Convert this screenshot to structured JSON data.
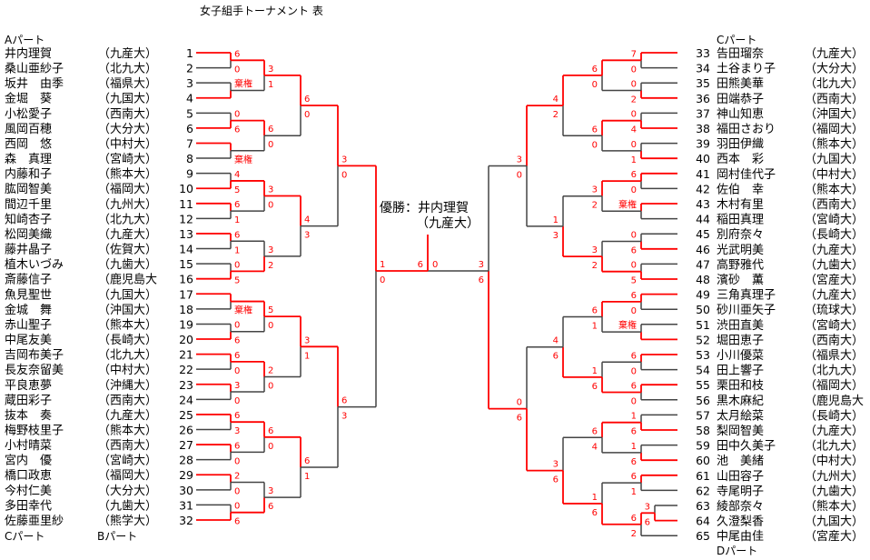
{
  "title": "女子組手トーナメント 表",
  "parts": {
    "a": "Aパート",
    "c_left": "Cパート",
    "b": "Bパート",
    "c_right": "Cパート",
    "d": "Dパート"
  },
  "champion": {
    "label": "優勝：",
    "name": "井内理賀",
    "school": "（九産大）"
  },
  "colors": {
    "win_line": "#ff0000",
    "line": "#444444",
    "score": "#ff0000"
  },
  "left": {
    "entries": [
      {
        "no": "1",
        "name": "井内理賀",
        "school": "（九産大）"
      },
      {
        "no": "2",
        "name": "桑山亜紗子",
        "school": "（北九大）"
      },
      {
        "no": "3",
        "name": "坂井　由季",
        "school": "（福県大）"
      },
      {
        "no": "4",
        "name": "金堀　葵",
        "school": "（九国大）"
      },
      {
        "no": "5",
        "name": "小松愛子",
        "school": "（西南大）"
      },
      {
        "no": "6",
        "name": "風岡百穂",
        "school": "（大分大）"
      },
      {
        "no": "7",
        "name": "西岡　悠",
        "school": "（中村大）"
      },
      {
        "no": "8",
        "name": "森　真理",
        "school": "（宮崎大）"
      },
      {
        "no": "9",
        "name": "内藤和子",
        "school": "（熊本大）"
      },
      {
        "no": "10",
        "name": "肱岡智美",
        "school": "（福岡大）"
      },
      {
        "no": "11",
        "name": "間辺千里",
        "school": "（九州大）"
      },
      {
        "no": "12",
        "name": "知崎杏子",
        "school": "（北九大）"
      },
      {
        "no": "13",
        "name": "松岡美織",
        "school": "（九産大）"
      },
      {
        "no": "14",
        "name": "藤井晶子",
        "school": "（佐賀大）"
      },
      {
        "no": "15",
        "name": "植木いづみ",
        "school": "（九歯大）"
      },
      {
        "no": "16",
        "name": "斎藤信子",
        "school": "（鹿児島大"
      },
      {
        "no": "17",
        "name": "魚見聖世",
        "school": "（九国大）"
      },
      {
        "no": "18",
        "name": "金城　舞",
        "school": "（沖国大）"
      },
      {
        "no": "19",
        "name": "赤山聖子",
        "school": "（熊本大）"
      },
      {
        "no": "20",
        "name": "中尾友美",
        "school": "（長崎大）"
      },
      {
        "no": "21",
        "name": "吉岡布美子",
        "school": "（北九大）"
      },
      {
        "no": "22",
        "name": "長友奈留美",
        "school": "（中村大）"
      },
      {
        "no": "23",
        "name": "平良恵夢",
        "school": "（沖縄大）"
      },
      {
        "no": "24",
        "name": "蔵田彩子",
        "school": "（西南大）"
      },
      {
        "no": "25",
        "name": "抜本　奏",
        "school": "（九産大）"
      },
      {
        "no": "26",
        "name": "梅野枝里子",
        "school": "（熊本大）"
      },
      {
        "no": "27",
        "name": "小村晴菜",
        "school": "（西南大）"
      },
      {
        "no": "28",
        "name": "宮内　優",
        "school": "（宮崎大）"
      },
      {
        "no": "29",
        "name": "橋口政恵",
        "school": "（福岡大）"
      },
      {
        "no": "30",
        "name": "今村仁美",
        "school": "（大分大）"
      },
      {
        "no": "31",
        "name": "多田幸代",
        "school": "（九歯大）"
      },
      {
        "no": "32",
        "name": "佐藤亜里紗",
        "school": "（熊学大）"
      }
    ],
    "rounds": [
      [
        [
          "6",
          "0",
          0
        ],
        [
          "棄権",
          "",
          1
        ],
        [
          "0",
          "6",
          1
        ],
        [
          "",
          "棄権",
          0
        ],
        [
          "4",
          "5",
          1
        ],
        [
          "6",
          "1",
          0
        ],
        [
          "6",
          "1",
          0
        ],
        [
          "0",
          "5",
          1
        ],
        [
          "",
          "棄権",
          0
        ],
        [
          "0",
          "6",
          1
        ],
        [
          "6",
          "0",
          0
        ],
        [
          "3",
          "0",
          0
        ],
        [
          "6",
          "3",
          0
        ],
        [
          "6",
          "0",
          0
        ],
        [
          "2",
          "0",
          0
        ],
        [
          "0",
          "6",
          1
        ]
      ],
      [
        [
          "3",
          "1",
          0
        ],
        [
          "6",
          "0",
          0
        ],
        [
          "3",
          "0",
          0
        ],
        [
          "3",
          "2",
          1
        ],
        [
          "5",
          "0",
          0
        ],
        [
          "2",
          "0",
          0
        ],
        [
          "6",
          "0",
          0
        ],
        [
          "3",
          "6",
          1
        ]
      ],
      [
        [
          "6",
          "0",
          0
        ],
        [
          "4",
          "3",
          0
        ],
        [
          "3",
          "1",
          0
        ],
        [
          "6",
          "1",
          0
        ]
      ],
      [
        [
          "3",
          "0",
          0
        ],
        [
          "6",
          "3",
          0
        ]
      ],
      [
        [
          "1",
          "0",
          0
        ]
      ]
    ],
    "final_score": "6"
  },
  "right": {
    "entries": [
      {
        "no": "33",
        "name": "告田瑠奈",
        "school": "（九産大）"
      },
      {
        "no": "34",
        "name": "土谷まり子",
        "school": "（大分大）"
      },
      {
        "no": "35",
        "name": "田熊美華",
        "school": "（北九大）"
      },
      {
        "no": "36",
        "name": "田端恭子",
        "school": "（西南大）"
      },
      {
        "no": "37",
        "name": "神山知恵",
        "school": "（沖国大）"
      },
      {
        "no": "38",
        "name": "福田さおり",
        "school": "（福岡大）"
      },
      {
        "no": "39",
        "name": "羽田伊織",
        "school": "（熊本大）"
      },
      {
        "no": "40",
        "name": "西本　彩",
        "school": "（九国大）"
      },
      {
        "no": "41",
        "name": "岡村佳代子",
        "school": "（中村大）"
      },
      {
        "no": "42",
        "name": "佐伯　幸",
        "school": "（熊本大）"
      },
      {
        "no": "43",
        "name": "木村有里",
        "school": "（西南大）"
      },
      {
        "no": "44",
        "name": "稲田真理",
        "school": "（宮崎大）"
      },
      {
        "no": "45",
        "name": "別府奈々",
        "school": "（長崎大）"
      },
      {
        "no": "46",
        "name": "光武明美",
        "school": "（九産大）"
      },
      {
        "no": "47",
        "name": "高野雅代",
        "school": "（九歯大）"
      },
      {
        "no": "48",
        "name": "濱砂　薫",
        "school": "（宮産大）"
      },
      {
        "no": "49",
        "name": "三角真理子",
        "school": "（九産大）"
      },
      {
        "no": "50",
        "name": "砂川亜矢子",
        "school": "（琉球大）"
      },
      {
        "no": "51",
        "name": "渋田直美",
        "school": "（宮崎大）"
      },
      {
        "no": "52",
        "name": "堀田恵子",
        "school": "（西南大）"
      },
      {
        "no": "53",
        "name": "小川優菜",
        "school": "（福県大）"
      },
      {
        "no": "54",
        "name": "田上響子",
        "school": "（北九大）"
      },
      {
        "no": "55",
        "name": "栗田和枝",
        "school": "（福岡大）"
      },
      {
        "no": "56",
        "name": "黒木麻紀",
        "school": "（鹿児島大"
      },
      {
        "no": "57",
        "name": "太月絵菜",
        "school": "（長崎大）"
      },
      {
        "no": "58",
        "name": "梨岡智美",
        "school": "（九産大）"
      },
      {
        "no": "59",
        "name": "田中久美子",
        "school": "（北九大）"
      },
      {
        "no": "60",
        "name": "池　美緒",
        "school": "（中村大）"
      },
      {
        "no": "61",
        "name": "山田容子",
        "school": "（九州大）"
      },
      {
        "no": "62",
        "name": "寺尾明子",
        "school": "（九歯大）"
      },
      {
        "no": "63",
        "name": "綾部奈々",
        "school": "（熊本大）"
      },
      {
        "no": "64",
        "name": "久澄梨香",
        "school": "（九国大）"
      },
      {
        "no": "65",
        "name": "中尾由佳",
        "school": "（宮産大）"
      }
    ],
    "extra_match": [
      "3",
      "6",
      1
    ],
    "rounds": [
      [
        [
          "7",
          "0",
          0
        ],
        [
          "0",
          "2",
          1
        ],
        [
          "0",
          "4",
          1
        ],
        [
          "0",
          "1",
          1
        ],
        [
          "6",
          "0",
          0
        ],
        [
          "棄権",
          "",
          0
        ],
        [
          "0",
          "6",
          1
        ],
        [
          "0",
          "5",
          1
        ],
        [
          "6",
          "0",
          0
        ],
        [
          "棄権",
          "",
          1
        ],
        [
          "6",
          "0",
          0
        ],
        [
          "6",
          "0",
          0
        ],
        [
          "1",
          "6",
          1
        ],
        [
          "1",
          "6",
          1
        ],
        [
          "6",
          "1",
          0
        ],
        [
          "6",
          "2",
          0
        ]
      ],
      [
        [
          "6",
          "0",
          0
        ],
        [
          "6",
          "0",
          0
        ],
        [
          "3",
          "2",
          0
        ],
        [
          "3",
          "2",
          1
        ],
        [
          "6",
          "1",
          0
        ],
        [
          "1",
          "6",
          1
        ],
        [
          "6",
          "4",
          0
        ],
        [
          "1",
          "6",
          1
        ]
      ],
      [
        [
          "4",
          "2",
          0
        ],
        [
          "1",
          "3",
          1
        ],
        [
          "4",
          "6",
          1
        ],
        [
          "3",
          "6",
          1
        ]
      ],
      [
        [
          "3",
          "0",
          0
        ],
        [
          "0",
          "6",
          1
        ]
      ],
      [
        [
          "3",
          "6",
          1
        ]
      ]
    ],
    "final_score": "0"
  }
}
